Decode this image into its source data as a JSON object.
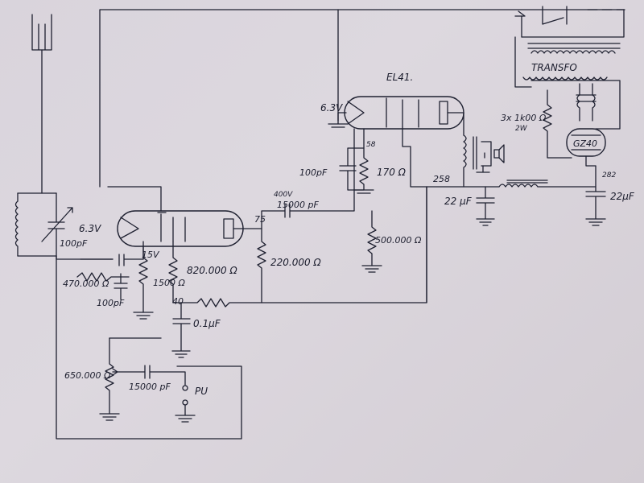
{
  "labels": {
    "tube_output": "EL41.",
    "heater_output": "6.3V",
    "heater_preamp": "6.3V",
    "transformer": "TRANSFO",
    "rectifier": "GZ40",
    "filter_res": "3x 1k00 Ω",
    "filter_res_power": "2W",
    "screen_node": "58",
    "cap_100pF_a": "100pF",
    "res_170": "170 Ω",
    "cap_coupling_voltage": "400V",
    "cap_coupling": "15000 pF",
    "node_75": "75",
    "res_220k": "220.000 Ω",
    "res_500k": "500.000 Ω",
    "node_258": "258",
    "cap_22uF_a": "22 μF",
    "node_282": "282",
    "cap_22uF_b": "22μF",
    "cap_100pF_b": "100pF",
    "res_470k": "470.000 Ω",
    "cap_100pF_c": "100pF",
    "volt_15": "15V",
    "res_1500": "1500 Ω",
    "res_820k": "820.000 Ω",
    "node_40": "40",
    "cap_01uF": "0.1μF",
    "pot_650k": "650.000 Ω",
    "cap_15000": "15000 pF",
    "pu": "PU"
  }
}
